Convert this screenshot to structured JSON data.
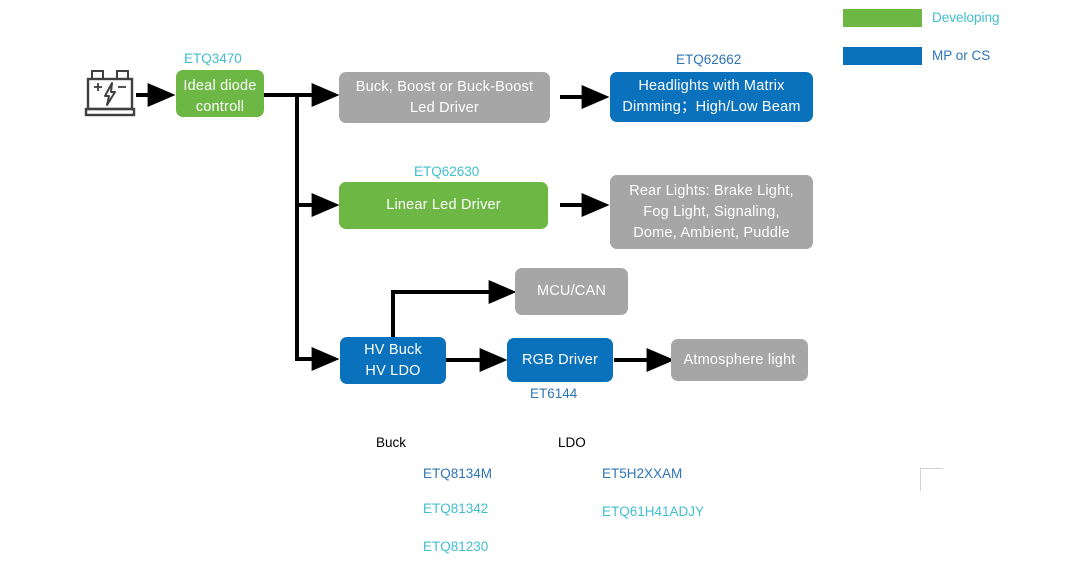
{
  "legend": {
    "items": [
      {
        "swatch": "green",
        "label": "Developing",
        "color": "#6DB744",
        "text_color": "#3FBFCF"
      },
      {
        "swatch": "blue",
        "label": "MP or CS",
        "color": "#0A71BC",
        "text_color": "#2E75B6"
      }
    ]
  },
  "source": {
    "icon": "battery-icon",
    "plus": "+",
    "minus": "−"
  },
  "blocks": {
    "ideal_diode": {
      "label": "Ideal diode controll",
      "color": "green",
      "caption": "ETQ3470",
      "caption_status": "dev"
    },
    "buck_boost_driver": {
      "label": "Buck, Boost  or  Buck-Boost\nLed  Driver",
      "color": "gray",
      "caption": "",
      "caption_status": ""
    },
    "headlights": {
      "label": "Headlights  with Matrix\nDimming；High/Low  Beam",
      "color": "blue",
      "caption": "ETQ62662",
      "caption_status": "mp"
    },
    "linear_led_driver": {
      "label": "Linear  Led  Driver",
      "color": "green",
      "caption": "ETQ62630",
      "caption_status": "dev"
    },
    "rear_lights": {
      "label": "Rear  Lights:   Brake Light,\nFog  Light, Signaling,\nDome,  Ambient,  Puddle",
      "color": "gray",
      "caption": "",
      "caption_status": ""
    },
    "mcu_can": {
      "label": "MCU/CAN",
      "color": "gray",
      "caption": "",
      "caption_status": ""
    },
    "hv_buck_ldo": {
      "label": "HV  Buck\nHV  LDO",
      "color": "blue",
      "caption": "",
      "caption_status": ""
    },
    "rgb_driver": {
      "label": "RGB  Driver",
      "color": "blue",
      "caption": "ET6144",
      "caption_status": "mp"
    },
    "atmosphere_light": {
      "label": "Atmosphere  light",
      "color": "gray",
      "caption": "",
      "caption_status": ""
    }
  },
  "part_lists": [
    {
      "heading": "Buck",
      "parts": [
        {
          "name": "ETQ8134M",
          "status": "mp"
        },
        {
          "name": "ETQ81342",
          "status": "dev"
        },
        {
          "name": "ETQ81230",
          "status": "dev"
        }
      ]
    },
    {
      "heading": "LDO",
      "parts": [
        {
          "name": "ET5H2XXAM",
          "status": "mp"
        },
        {
          "name": "ETQ61H41ADJY",
          "status": "dev"
        }
      ]
    }
  ],
  "colors": {
    "green": "#6DB744",
    "blue": "#0A71BC",
    "gray": "#A6A6A6",
    "dev_text": "#3FBFCF",
    "mp_text": "#2E75B6",
    "wire": "#000000"
  }
}
